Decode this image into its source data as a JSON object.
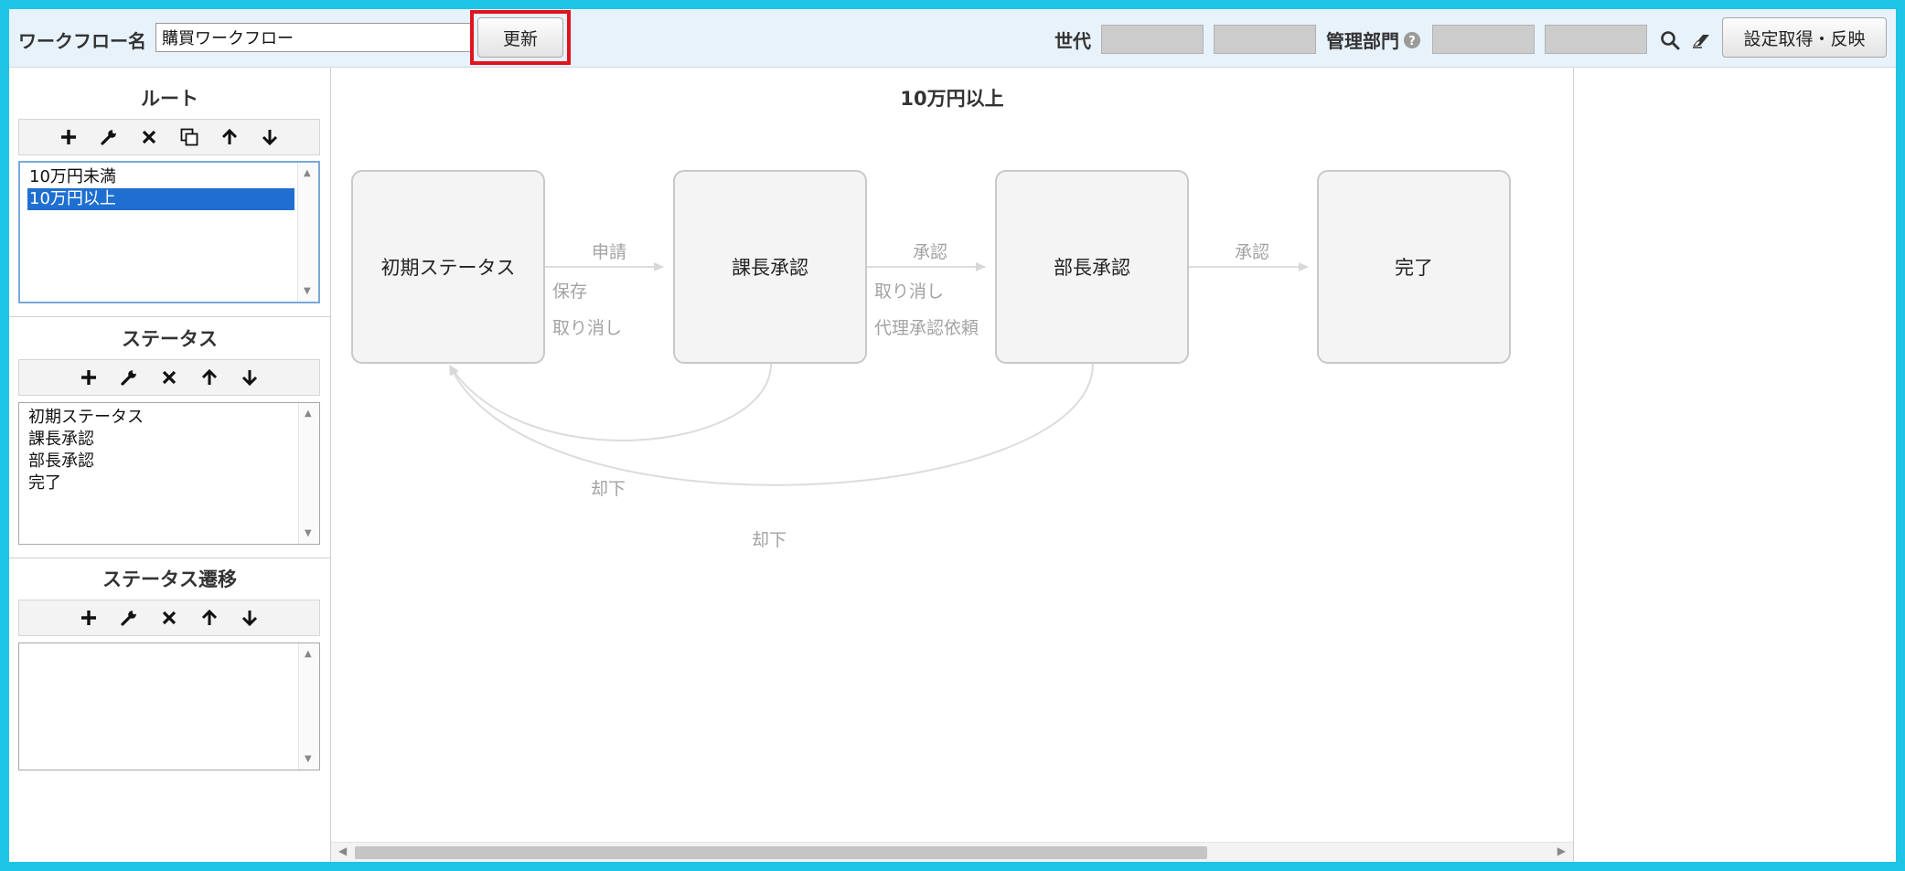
{
  "header": {
    "workflow_name_label": "ワークフロー名",
    "workflow_name_value": "購買ワークフロー",
    "update_button": "更新",
    "generation_label": "世代",
    "department_label": "管理部門",
    "settings_button": "設定取得・反映"
  },
  "sections": {
    "route": {
      "title": "ルート",
      "items": [
        {
          "label": "10万円未満",
          "selected": false
        },
        {
          "label": "10万円以上",
          "selected": true
        }
      ]
    },
    "status": {
      "title": "ステータス",
      "items": [
        {
          "label": "初期ステータス"
        },
        {
          "label": "課長承認"
        },
        {
          "label": "部長承認"
        },
        {
          "label": "完了"
        }
      ]
    },
    "transition": {
      "title": "ステータス遷移",
      "items": []
    }
  },
  "canvas": {
    "route_title": "10万円以上",
    "nodes": [
      "初期ステータス",
      "課長承認",
      "部長承認",
      "完了"
    ],
    "edges": {
      "e1_top": "申請",
      "e1_b1": "保存",
      "e1_b2": "取り消し",
      "e2_top": "承認",
      "e2_b1": "取り消し",
      "e2_b2": "代理承認依頼",
      "e3_top": "承認",
      "reject1": "却下",
      "reject2": "却下"
    }
  },
  "icons": {
    "toolbar": [
      "plus-icon",
      "wrench-icon",
      "cross-icon",
      "copy-icon",
      "arrow-up-icon",
      "arrow-down-icon"
    ],
    "header": [
      "help-icon",
      "search-icon",
      "eraser-icon"
    ]
  },
  "colors": {
    "frame": "#1ec4e6",
    "highlight": "#e0141e",
    "selection": "#1f6fd1",
    "header_bg": "#e8f2fb"
  }
}
